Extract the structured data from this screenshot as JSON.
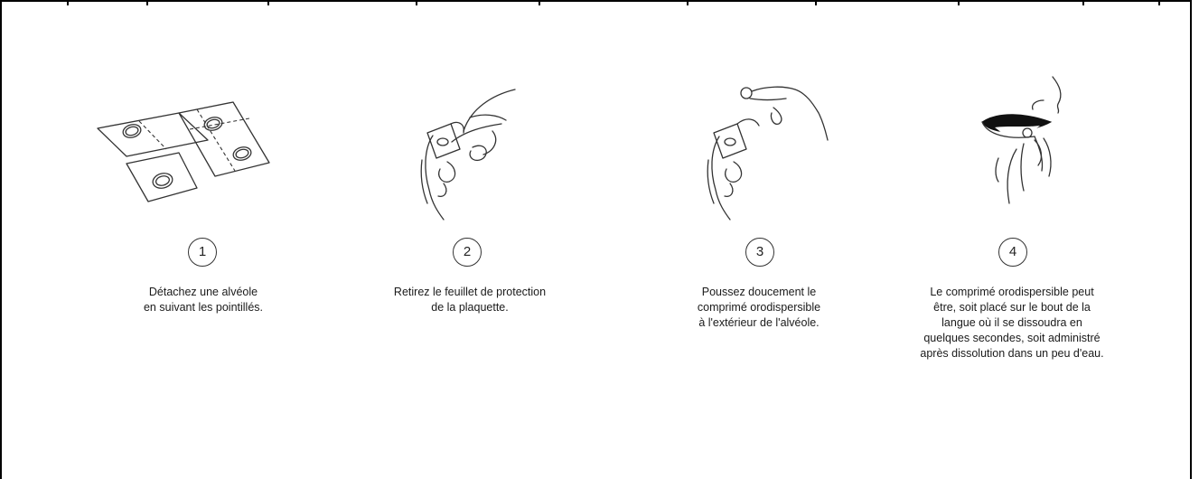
{
  "steps": [
    {
      "number": "1",
      "lines": [
        "Détachez une alvéole",
        "en suivant les pointillés."
      ],
      "icon": "blister-pack-icon"
    },
    {
      "number": "2",
      "lines": [
        "Retirez le feuillet de protection",
        "de la plaquette."
      ],
      "icon": "peel-foil-icon"
    },
    {
      "number": "3",
      "lines": [
        "Poussez doucement le",
        "comprimé orodispersible",
        "à l'extérieur de l'alvéole."
      ],
      "icon": "push-tablet-icon"
    },
    {
      "number": "4",
      "lines": [
        "Le comprimé orodispersible peut",
        "être, soit placé sur le bout de la",
        "langue où il se dissoudra en",
        "quelques secondes, soit administré",
        "après dissolution dans un peu d'eau."
      ],
      "icon": "tablet-on-tongue-icon"
    }
  ]
}
